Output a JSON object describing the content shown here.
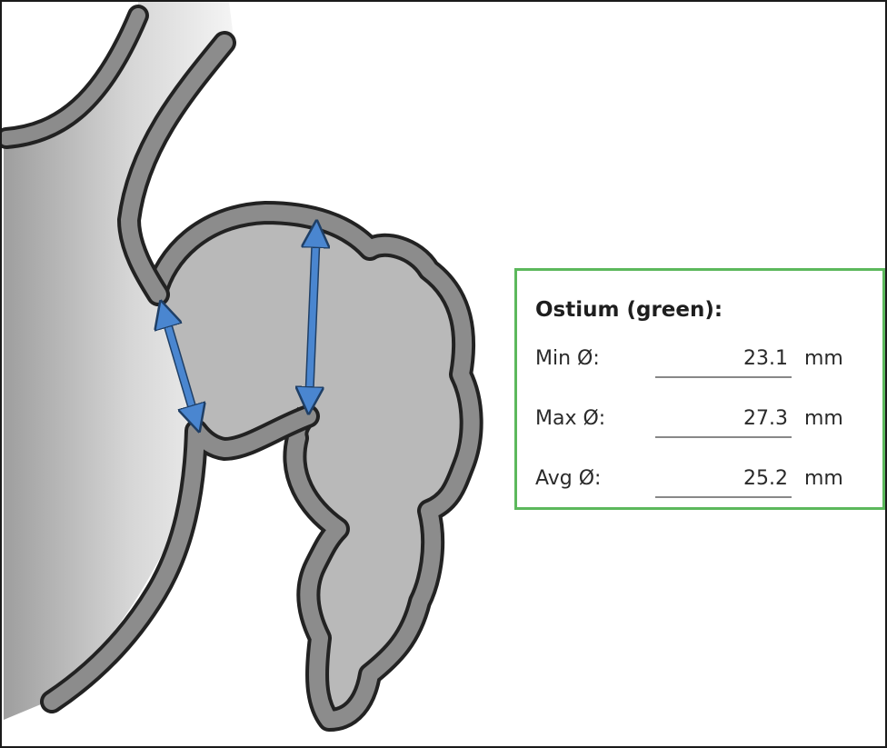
{
  "panel": {
    "title": "Ostium (green):",
    "accent_color": "#5cb85c",
    "rows": [
      {
        "label": "Min Ø:",
        "value": "23.1",
        "unit": "mm"
      },
      {
        "label": "Max Ø:",
        "value": "27.3",
        "unit": "mm"
      },
      {
        "label": "Avg Ø:",
        "value": "25.2",
        "unit": "mm"
      }
    ]
  },
  "diagram": {
    "wall_color": "#8c8c8c",
    "lumen_color": "#b9b9b9",
    "arrow_color": "#4a86d0",
    "outline_color": "#222222"
  }
}
